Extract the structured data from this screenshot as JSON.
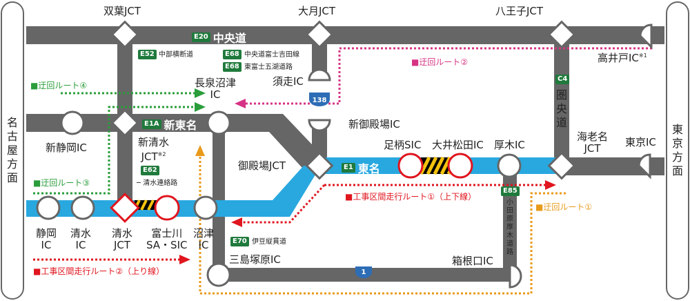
{
  "side_left": "名古屋方面",
  "side_right": "東京方面",
  "roads": {
    "chuo": {
      "code": "E20",
      "name": "中央道"
    },
    "shintomei": {
      "code": "E1A",
      "name": "新東名"
    },
    "tomei": {
      "code": "E1",
      "name": "東名"
    },
    "chubu_odan": {
      "code": "E52",
      "name": "中部横断道"
    },
    "chuo_fujiyoshida": {
      "code": "E68",
      "name": "中央道富士吉田線"
    },
    "higashi_fujigoko": {
      "code": "E68",
      "name": "東富士五湖道路"
    },
    "shimizu_renraku": {
      "code": "E62",
      "name": "清水連絡路"
    },
    "izu_jukan": {
      "code": "E70",
      "name": "伊豆縦貫道"
    },
    "ken_o": {
      "code": "C4",
      "name": "圏央道"
    },
    "odawara_atsugi": {
      "code": "E85",
      "name": "小田原厚木道路"
    },
    "route138": "138",
    "route1": "1"
  },
  "nodes": {
    "futaba_jct": "双葉JCT",
    "otsuki_jct": "大月JCT",
    "hachioji_jct": "八王子JCT",
    "takaido_ic": "高井戸IC",
    "takaido_note": "※1",
    "subashiri_ic": "須走IC",
    "nagaizumi_numazu_ic": "長泉沼津\nIC",
    "shinshizuoka_ic": "新静岡IC",
    "shinshimizu_jct": "新清水\nJCT",
    "shinshimizu_note": "※2",
    "shingotemba_ic": "新御殿場IC",
    "gotemba_jct": "御殿場JCT",
    "ashigara_sic": "足柄SIC",
    "oimatsuda_ic": "大井松田IC",
    "atsugi_ic": "厚木IC",
    "ebina_jct": "海老名\nJCT",
    "tokyo_ic": "東京IC",
    "shizuoka_ic": "静岡\nIC",
    "shimizu_ic": "清水\nIC",
    "shimizu_jct": "清水\nJCT",
    "fujikawa_sa": "富士川\nSA・SIC",
    "numazu_ic": "沼津\nIC",
    "mishimatsukahara_ic": "三島塚原IC",
    "hakoneguchi_ic": "箱根口IC"
  },
  "routes": {
    "detour1": "■迂回ルート①",
    "detour2": "■迂回ルート②",
    "detour3": "■迂回ルート③",
    "detour4": "■迂回ルート④",
    "work1": "■工事区間走行ルート①（上下線）",
    "work2": "■工事区間走行ルート②（上り線）"
  },
  "colors": {
    "expressway": "#666666",
    "tomei": "#29a8e0",
    "red_route": "#e0151e",
    "pink_route": "#d63384",
    "green_route": "#2a9d3a",
    "orange_route": "#e89a1a",
    "badge": "#1f7a3c",
    "national_route": "#2d6db5"
  }
}
